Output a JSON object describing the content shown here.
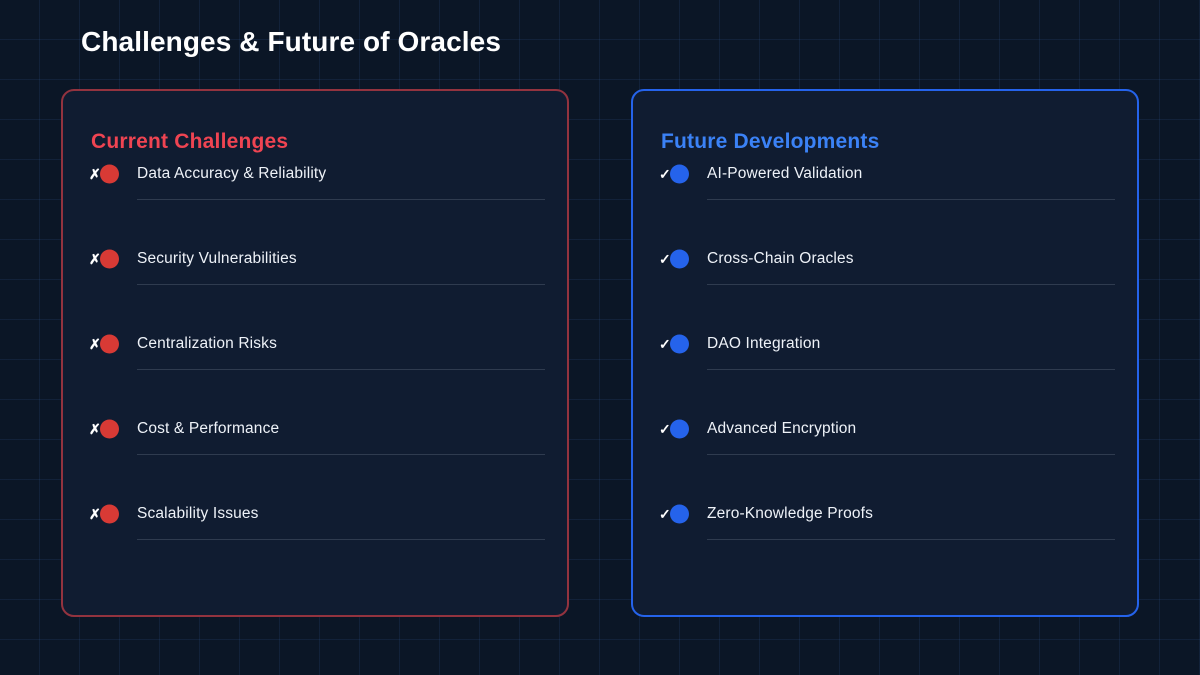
{
  "page": {
    "title": "Challenges & Future of Oracles",
    "background_color": "#0b1626",
    "grid_line_color": "#38609e"
  },
  "cards": [
    {
      "id": "current-challenges",
      "title": "Current Challenges",
      "title_color": "#ef4452",
      "border_color": "#93333f",
      "background_color": "#101c31",
      "marker_icon": "cross-icon",
      "marker_glyph": "✗",
      "marker_dot_color": "#d83a35",
      "items": [
        {
          "label": "Data Accuracy & Reliability"
        },
        {
          "label": "Security Vulnerabilities"
        },
        {
          "label": "Centralization Risks"
        },
        {
          "label": "Cost & Performance"
        },
        {
          "label": "Scalability Issues"
        }
      ]
    },
    {
      "id": "future-developments",
      "title": "Future Developments",
      "title_color": "#3b82f6",
      "border_color": "#2563eb",
      "background_color": "#101c31",
      "marker_icon": "check-icon",
      "marker_glyph": "✓",
      "marker_dot_color": "#2563eb",
      "items": [
        {
          "label": "AI-Powered Validation"
        },
        {
          "label": "Cross-Chain Oracles"
        },
        {
          "label": "DAO Integration"
        },
        {
          "label": "Advanced Encryption"
        },
        {
          "label": "Zero-Knowledge Proofs"
        }
      ]
    }
  ]
}
